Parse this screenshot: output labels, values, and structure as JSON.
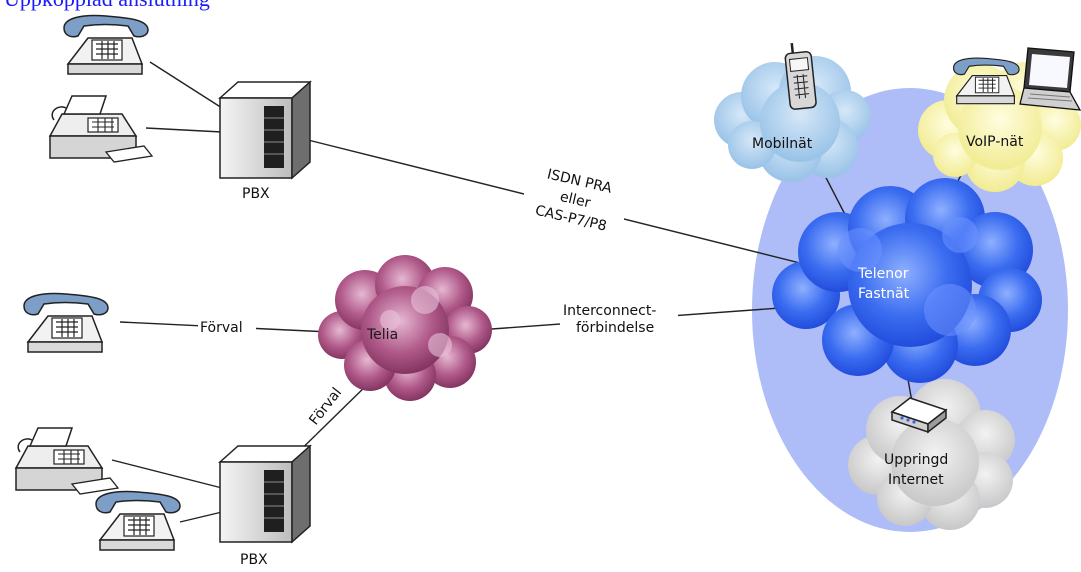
{
  "header": {
    "link_text": "Uppkopplad anslutning"
  },
  "labels": {
    "pbx_top": "PBX",
    "pbx_bottom": "PBX",
    "isdn_line1": "ISDN PRA",
    "isdn_line2": "eller",
    "isdn_line3": "CAS-P7/P8",
    "forval_top": "Förval",
    "forval_bottom": "Förval",
    "telia": "Telia",
    "interconnect_line1": "Interconnect-",
    "interconnect_line2": "förbindelse",
    "telenor_line1": "Telenor",
    "telenor_line2": "Fastnät",
    "mobilnat": "Mobilnät",
    "voip": "VoIP-nät",
    "uppringd_line1": "Uppringd",
    "uppringd_line2": "Internet"
  },
  "icons": {
    "phone": "desk-phone-icon",
    "fax": "fax-machine-icon",
    "pbx": "pbx-server-icon",
    "mobile": "mobile-phone-icon",
    "laptop": "laptop-icon",
    "modem": "modem-icon"
  },
  "colors": {
    "telenor_cloud": "#2e62ee",
    "telenor_ellipse": "#aebcf8",
    "telia_cloud": "#a2487a",
    "mobil_cloud": "#a9cdec",
    "voip_cloud": "#f7f3a2",
    "internet_cloud": "#d2d2d2",
    "link": "#1a1aff"
  }
}
